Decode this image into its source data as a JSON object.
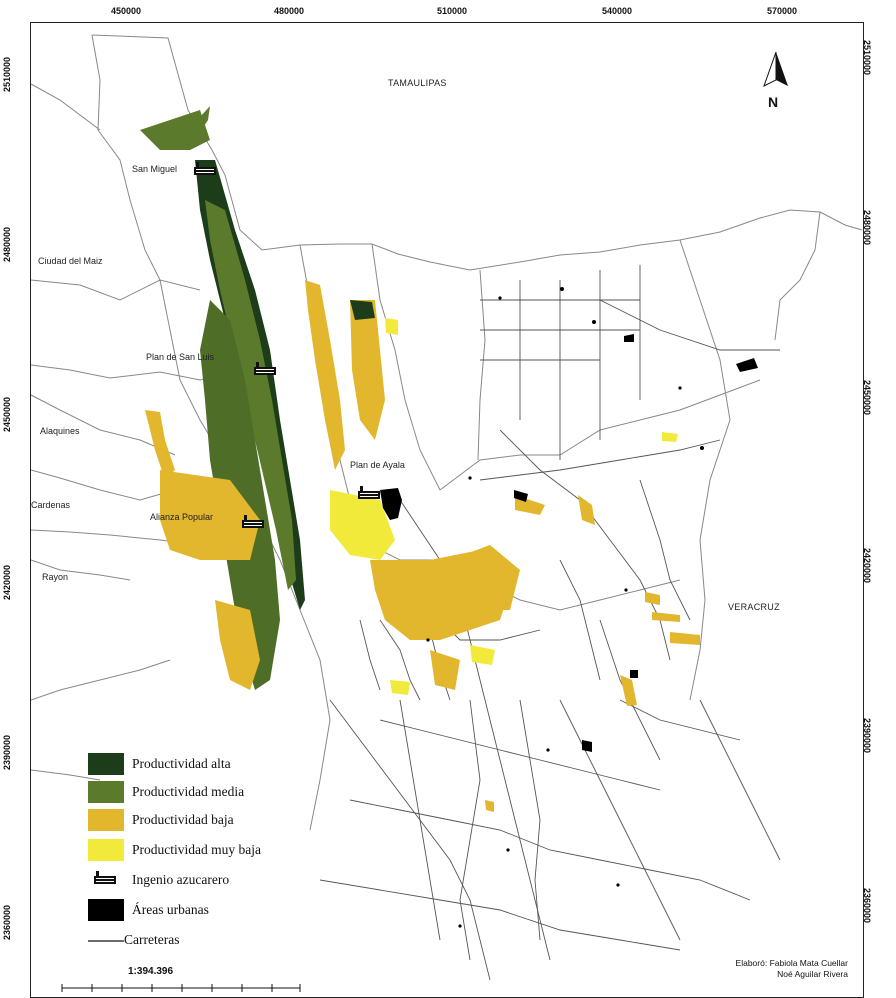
{
  "axes": {
    "x_ticks": [
      "450000",
      "480000",
      "510000",
      "540000",
      "570000"
    ],
    "y_ticks": [
      "2510000",
      "2480000",
      "2450000",
      "2420000",
      "2390000",
      "2360000"
    ]
  },
  "north_label": "N",
  "places": {
    "san_miguel": "San Miguel",
    "ciudad_del_maiz": "Ciudad del Maiz",
    "plan_de_san_luis": "Plan de San Luis",
    "alaquines": "Alaquines",
    "plan_de_ayala": "Plan de Ayala",
    "cardenas": "Cardenas",
    "alianza_popular": "Alianza Popular",
    "rayon": "Rayon"
  },
  "states": {
    "tamaulipas": "TAMAULIPAS",
    "veracruz": "VERACRUZ"
  },
  "legend": {
    "alta": {
      "label": "Productividad alta",
      "color": "#1d3d1a"
    },
    "media": {
      "label": "Productividad media",
      "color": "#5c7a2c"
    },
    "baja": {
      "label": "Productividad baja",
      "color": "#e2b72e"
    },
    "muy_baja": {
      "label": "Productividad muy baja",
      "color": "#f2ea3a"
    },
    "ingenio": {
      "label": "Ingenio azucarero",
      "icon": "factory-icon"
    },
    "urbanas": {
      "label": "Áreas urbanas",
      "color": "#000000"
    },
    "carreteras": {
      "label": "Carreteras"
    }
  },
  "scale": "1:394.396",
  "credits": {
    "line1": "Elaboró: Fabiola Mata Cuellar",
    "line2": "Noé Aguilar Rivera"
  }
}
